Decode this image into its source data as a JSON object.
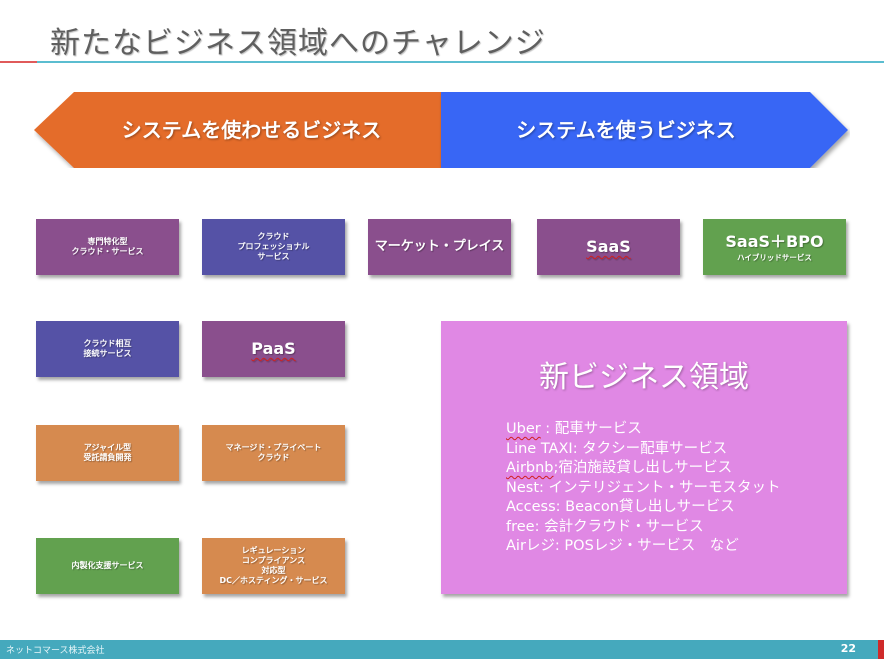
{
  "slide": {
    "title": "新たなビジネス領域へのチャレンジ",
    "colors": {
      "title_rule_accent": "#e05a5a",
      "title_rule": "#5bbdd0",
      "arrow_left": "#e46c2a",
      "arrow_right": "#3766f5",
      "purple": "#8a4f8d",
      "indigo": "#5552a6",
      "orange": "#d68a4f",
      "green": "#62a14f",
      "pink": "#e088e4",
      "footer": "#45a9bd"
    }
  },
  "arrow": {
    "left_label": "システムを使わせるビジネス",
    "right_label": "システムを使うビジネス"
  },
  "boxes": {
    "specialized_cloud": [
      "専門特化型",
      "クラウド・サービス"
    ],
    "cloud_professional": [
      "クラウド",
      "プロフェッショナル",
      "サービス"
    ],
    "marketplace": "マーケット・プレイス",
    "saas": "SaaS",
    "saas_bpo": {
      "main": "SaaS＋BPO",
      "sub": "ハイブリッドサービス"
    },
    "cloud_interconnect": [
      "クラウド相互",
      "接続サービス"
    ],
    "paas": "PaaS",
    "agile": [
      "アジャイル型",
      "受託請負開発"
    ],
    "managed_private": [
      "マネージド・プライベート",
      "クラウド"
    ],
    "insourcing": "内製化支援サービス",
    "regulation": [
      "レギュレーション",
      "コンプライアンス",
      "対応型",
      "DC／ホスティング・サービス"
    ]
  },
  "new_business": {
    "title": "新ビジネス領域",
    "items": [
      {
        "name": "Uber",
        "desc": " : 配車サービス"
      },
      {
        "name": "Line TAXI",
        "desc": ": タクシー配車サービス"
      },
      {
        "name": "Airbnb",
        "desc": ";宿泊施設貸し出しサービス"
      },
      {
        "name": "Nest",
        "desc": ": インテリジェント・サーモスタット"
      },
      {
        "name": "Access",
        "desc": ": Beacon貸し出しサービス"
      },
      {
        "name": "free",
        "desc": ": 会計クラウド・サービス"
      },
      {
        "name": "Airレジ",
        "desc": ": POSレジ・サービス　など"
      }
    ]
  },
  "footer": {
    "company": "ネットコマース株式会社",
    "page_number": "22"
  }
}
